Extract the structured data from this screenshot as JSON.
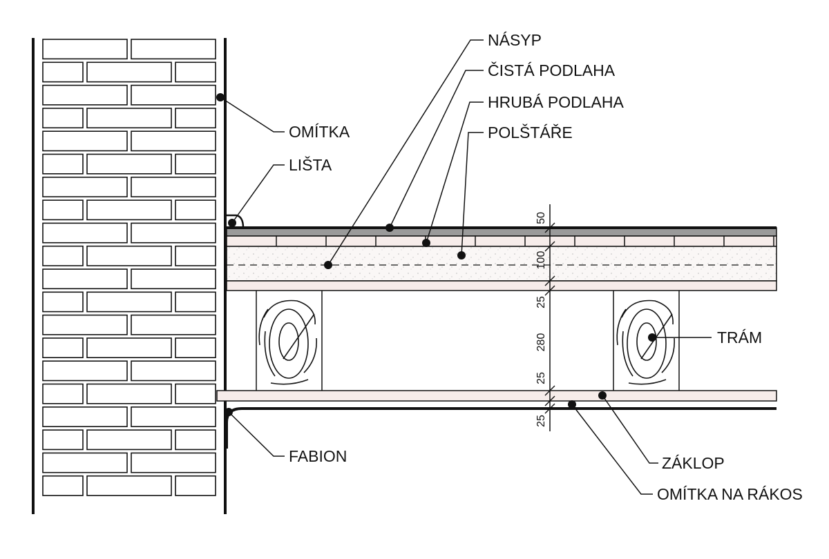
{
  "labels": {
    "nasyp": "NÁSYP",
    "cista_podlaha": "ČISTÁ PODLAHA",
    "hruba_podlaha": "HRUBÁ PODLAHA",
    "polstare": "POLŠTÁŘE",
    "omitka": "OMÍTKA",
    "lista": "LIŠTA",
    "tram": "TRÁM",
    "fabion": "FABION",
    "zaklop": "ZÁKLOP",
    "omitka_na_rakos": "OMÍTKA NA RÁKOS"
  },
  "dimensions": [
    "50",
    "100",
    "25",
    "280",
    "25",
    "25"
  ],
  "colors": {
    "line": "#111111",
    "board_fill": "#f6ecea",
    "fill_layer": "#faf7f6",
    "floor_top": "#9a9a9a"
  }
}
